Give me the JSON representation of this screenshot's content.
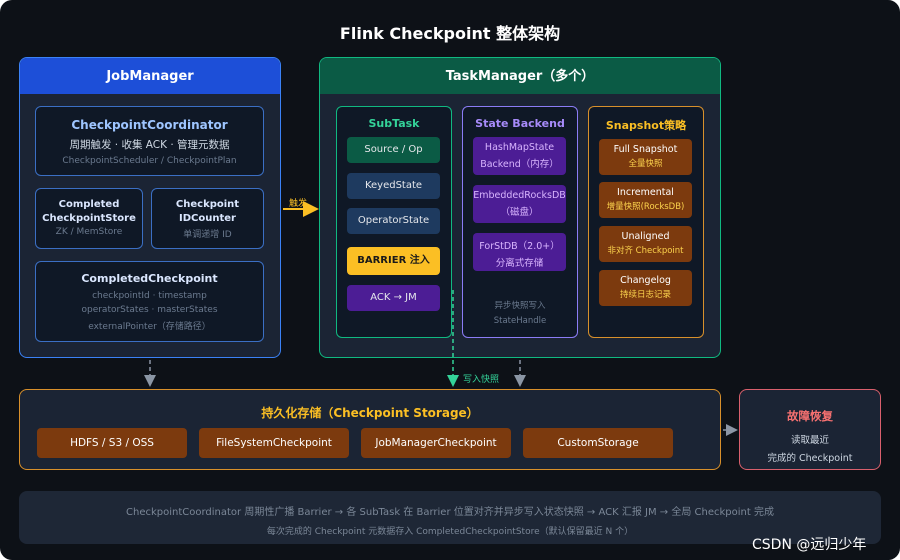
{
  "title": "Flink Checkpoint 整体架构",
  "job_manager": {
    "header": "JobManager",
    "coordinator": {
      "title": "CheckpointCoordinator",
      "subtitle": "周期触发 · 收集 ACK · 管理元数据",
      "detail": "CheckpointScheduler / CheckpointPlan"
    },
    "completed_store": {
      "line1": "Completed",
      "line2": "CheckpointStore",
      "detail": "ZK / MemStore"
    },
    "id_counter": {
      "line1": "Checkpoint",
      "line2": "IDCounter",
      "detail": "单调递增 ID"
    },
    "completed_checkpoint": {
      "title": "CompletedCheckpoint",
      "lines": [
        "checkpointId · timestamp",
        "operatorStates · masterStates",
        "externalPointer（存储路径）"
      ]
    }
  },
  "trigger_label": "触发",
  "task_manager": {
    "header": "TaskManager（多个）",
    "subtask": {
      "title": "SubTask",
      "items": [
        "Source / Op",
        "KeyedState",
        "OperatorState",
        "BARRIER 注入",
        "ACK → JM"
      ]
    },
    "state_backend": {
      "title": "State Backend",
      "items": [
        [
          "HashMapState",
          "Backend（内存）"
        ],
        [
          "EmbeddedRocksDB",
          "（磁盘）"
        ],
        [
          "ForStDB（2.0+）",
          "分离式存储"
        ]
      ],
      "note_line1": "异步快照写入",
      "note_line2": "StateHandle"
    },
    "snapshot": {
      "title": "Snapshot策略",
      "items": [
        [
          "Full Snapshot",
          "全量快照"
        ],
        [
          "Incremental",
          "增量快照(RocksDB)"
        ],
        [
          "Unaligned",
          "非对齐 Checkpoint"
        ],
        [
          "Changelog",
          "持续日志记录"
        ]
      ]
    }
  },
  "write_snapshot_label": "写入快照",
  "storage": {
    "title": "持久化存储（Checkpoint Storage）",
    "items": [
      "HDFS / S3 / OSS",
      "FileSystemCheckpoint",
      "JobManagerCheckpoint",
      "CustomStorage"
    ]
  },
  "recovery": {
    "title": "故障恢复",
    "line1": "读取最近",
    "line2": "完成的 Checkpoint"
  },
  "footer": {
    "line1": "CheckpointCoordinator 周期性广播 Barrier → 各 SubTask 在 Barrier 位置对齐并异步写入状态快照 → ACK 汇报 JM → 全局 Checkpoint 完成",
    "line2": "每次完成的 Checkpoint 元数据存入 CompletedCheckpointStore（默认保留最近 N 个）"
  },
  "watermark": "CSDN @远归少年",
  "colors": {
    "background": "#0d1117",
    "jm_header": "#1d4fd8",
    "tm_header": "#0b5b45",
    "storage_border": "#d8902b",
    "recovery_border": "#d9606d",
    "barrier": "#fbbf24"
  }
}
